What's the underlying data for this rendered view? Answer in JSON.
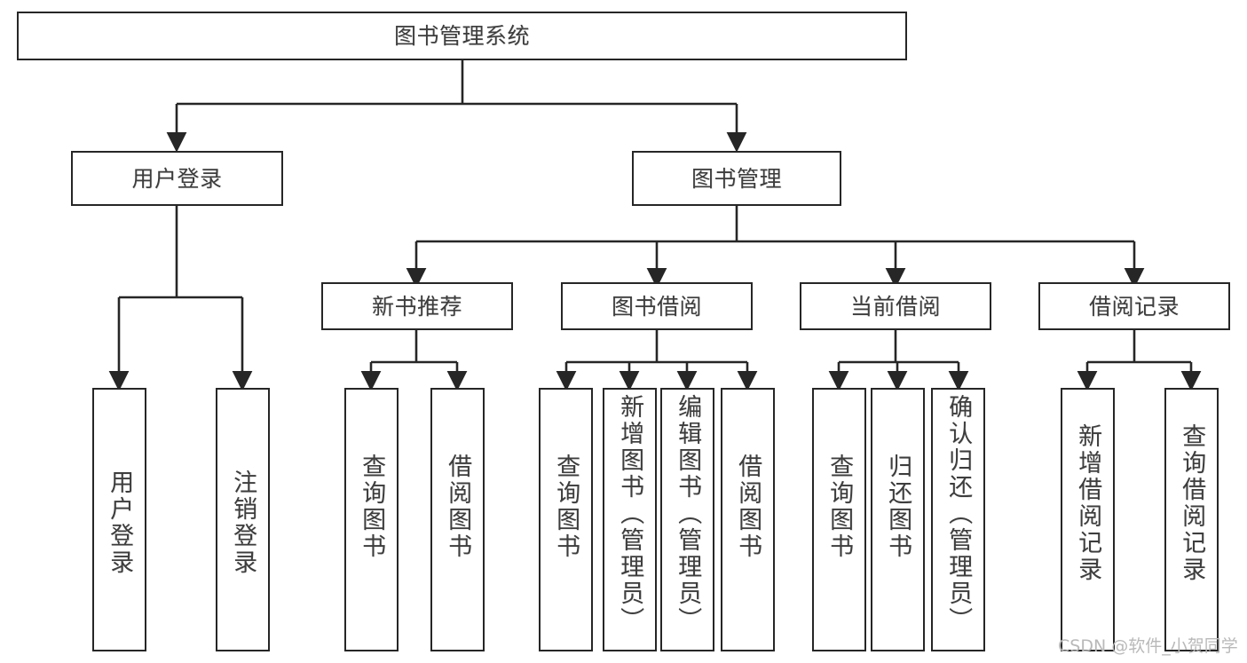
{
  "diagram": {
    "type": "tree-hierarchy-flowchart",
    "title": "图书管理系统",
    "levels": {
      "root": {
        "label": "图书管理系统"
      },
      "level2": [
        {
          "label": "用户登录"
        },
        {
          "label": "图书管理"
        }
      ],
      "level3": [
        {
          "label": "新书推荐"
        },
        {
          "label": "图书借阅"
        },
        {
          "label": "当前借阅"
        },
        {
          "label": "借阅记录"
        }
      ],
      "leaves": {
        "user_login": [
          {
            "label": "用户登录"
          },
          {
            "label": "注销登录"
          }
        ],
        "new_book_recommend": [
          {
            "label": "查询图书"
          },
          {
            "label": "借阅图书"
          }
        ],
        "book_borrow": [
          {
            "label": "查询图书"
          },
          {
            "label": "新增图书（管理员）"
          },
          {
            "label": "编辑图书（管理员）"
          },
          {
            "label": "借阅图书"
          }
        ],
        "current_borrow": [
          {
            "label": "查询图书"
          },
          {
            "label": "归还图书"
          },
          {
            "label": "确认归还（管理员）"
          }
        ],
        "borrow_record": [
          {
            "label": "新增借阅记录"
          },
          {
            "label": "查询借阅记录"
          }
        ]
      }
    },
    "colors": {
      "box_border": "#262626",
      "box_fill": "#ffffff",
      "text": "#3d3d3d",
      "connector": "#262626",
      "watermark": "#b9b9b9"
    }
  },
  "watermark": {
    "text": "CSDN @软件_小贺同学"
  }
}
